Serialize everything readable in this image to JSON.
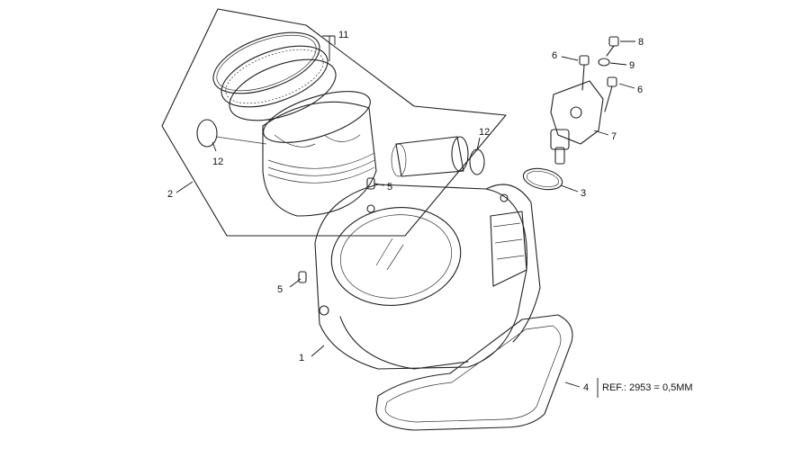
{
  "diagram": {
    "callouts": [
      {
        "id": "c1",
        "label": "1"
      },
      {
        "id": "c2",
        "label": "2"
      },
      {
        "id": "c3",
        "label": "3"
      },
      {
        "id": "c4",
        "label": "4"
      },
      {
        "id": "c5a",
        "label": "5"
      },
      {
        "id": "c5b",
        "label": "5"
      },
      {
        "id": "c6a",
        "label": "6"
      },
      {
        "id": "c6b",
        "label": "6"
      },
      {
        "id": "c7",
        "label": "7"
      },
      {
        "id": "c8",
        "label": "8"
      },
      {
        "id": "c9",
        "label": "9"
      },
      {
        "id": "c11",
        "label": "11"
      },
      {
        "id": "c12a",
        "label": "12"
      },
      {
        "id": "c12b",
        "label": "12"
      }
    ],
    "ref_note": "REF.: 2953 = 0,5MM"
  }
}
